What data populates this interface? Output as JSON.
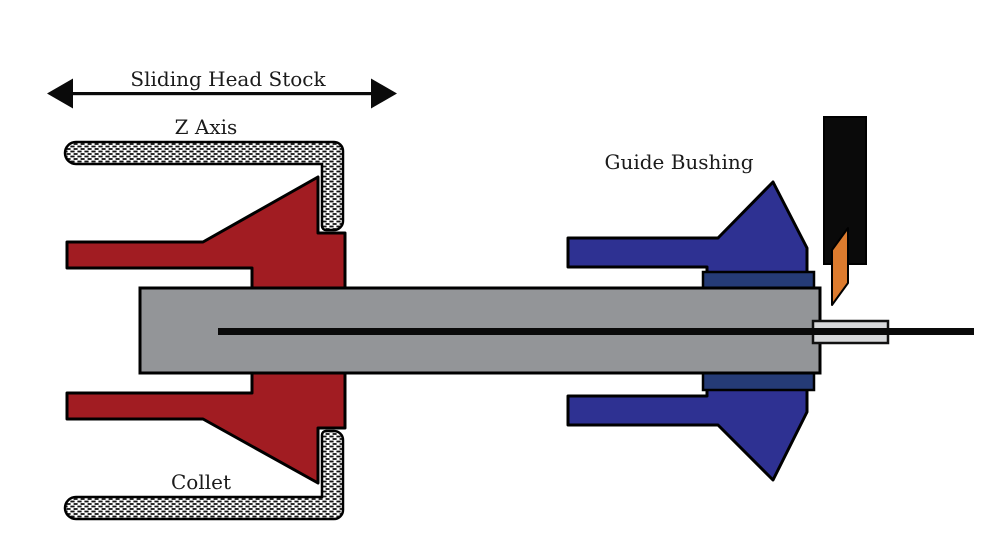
{
  "diagram": {
    "labels": {
      "sliding_head_stock": "Sliding Head Stock",
      "z_axis": "Z Axis",
      "guide_bushing": "Guide Bushing",
      "collet": "Collet"
    },
    "colors": {
      "collet_red": "#A11C22",
      "bushing_blue": "#2E3192",
      "bushing_navy": "#253B76",
      "tool_black": "#0A0A0A",
      "insert_orange": "#DC7B2E",
      "spindle_gray": "#939598",
      "sleeve_gray": "#D8D9DB",
      "bar_black": "#0A0A0A",
      "outline": "#000000",
      "text": "#1B1B1B",
      "background": "#FFFFFF"
    }
  }
}
